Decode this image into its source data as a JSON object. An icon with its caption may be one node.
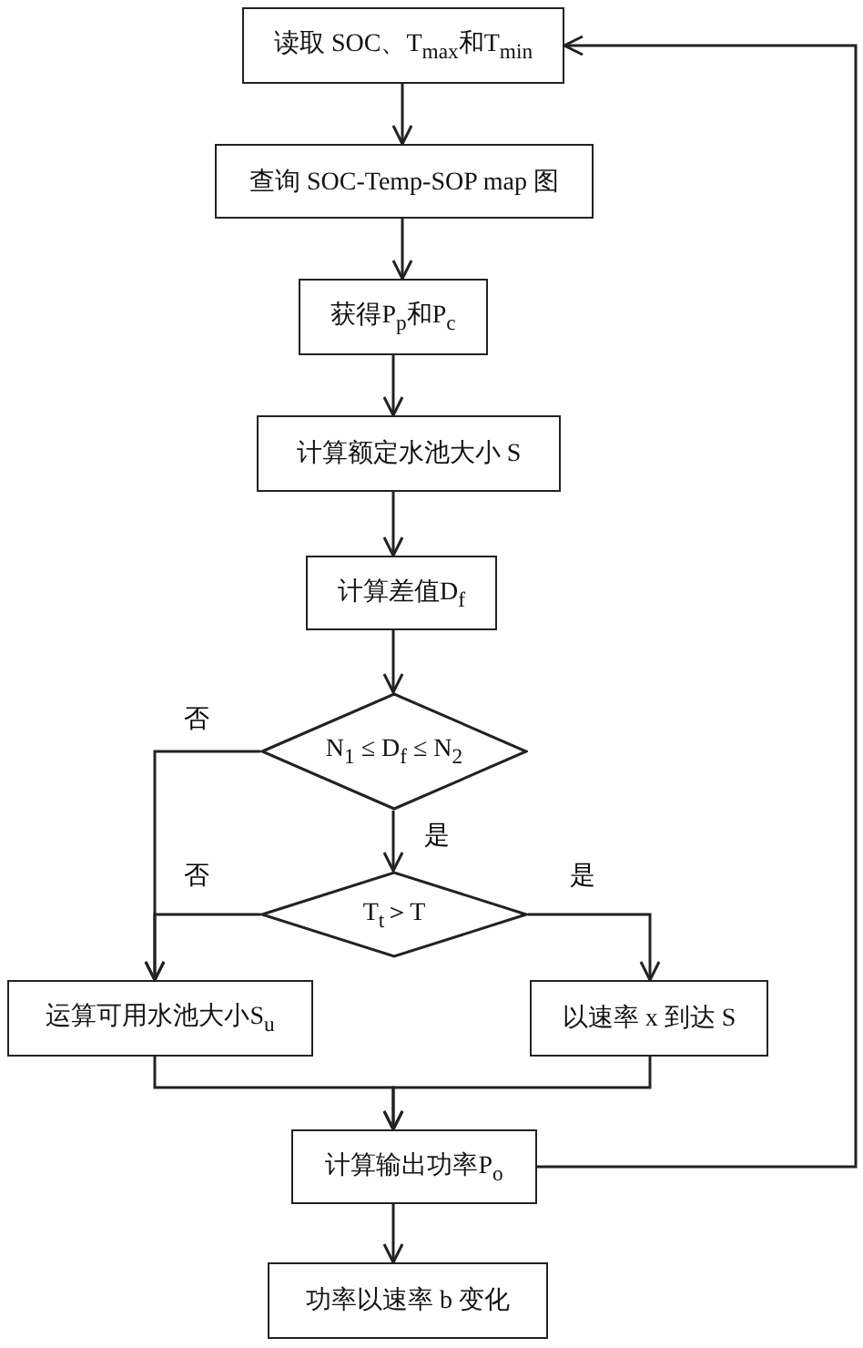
{
  "diagram": {
    "nodes": [
      {
        "text": [
          "读取 SOC、T$_{max}$和T$_{min}$"
        ]
      },
      {
        "text": [
          "查询 SOC-Temp-SOP map 图"
        ]
      },
      {
        "text": [
          "获得P$_{p}$和P$_{c}$"
        ]
      },
      {
        "text": [
          "计算额定水池大小 S"
        ]
      },
      {
        "text": [
          "计算差值D$_{f}$"
        ]
      },
      {
        "text": [
          "N$_{1}$ ≤ D$_{f}$ ≤ N$_{2}$"
        ]
      },
      {
        "text": [
          "T$_{t}$＞T"
        ]
      },
      {
        "text": [
          "运算可用水池大小S$_{u}$"
        ]
      },
      {
        "text": [
          "以速率 x 到达 S"
        ]
      },
      {
        "text": [
          "计算输出功率P$_{o}$"
        ]
      },
      {
        "text": [
          "功率以速率 b 变化"
        ]
      }
    ],
    "edges": [
      {
        "from": 0,
        "to": 1,
        "arrow": "to"
      },
      {
        "from": 1,
        "to": 2,
        "arrow": "to"
      },
      {
        "from": 2,
        "to": 3,
        "arrow": "to"
      },
      {
        "from": 3,
        "to": 4,
        "arrow": "to"
      },
      {
        "from": 4,
        "to": 5,
        "arrow": "to"
      },
      {
        "from": 5,
        "to": 7,
        "arrow": "to",
        "label": "否"
      },
      {
        "from": 5,
        "to": 6,
        "arrow": "to",
        "label": "是"
      },
      {
        "from": 6,
        "to": 7,
        "arrow": "to",
        "label": "否"
      },
      {
        "from": 6,
        "to": 8,
        "arrow": "to",
        "label": "是"
      },
      {
        "from": 7,
        "to": 9,
        "arrow": "to"
      },
      {
        "from": 8,
        "to": 9,
        "arrow": "to"
      },
      {
        "from": 9,
        "to": 0,
        "arrow": "to"
      },
      {
        "from": 9,
        "to": 10,
        "arrow": "to"
      }
    ]
  }
}
